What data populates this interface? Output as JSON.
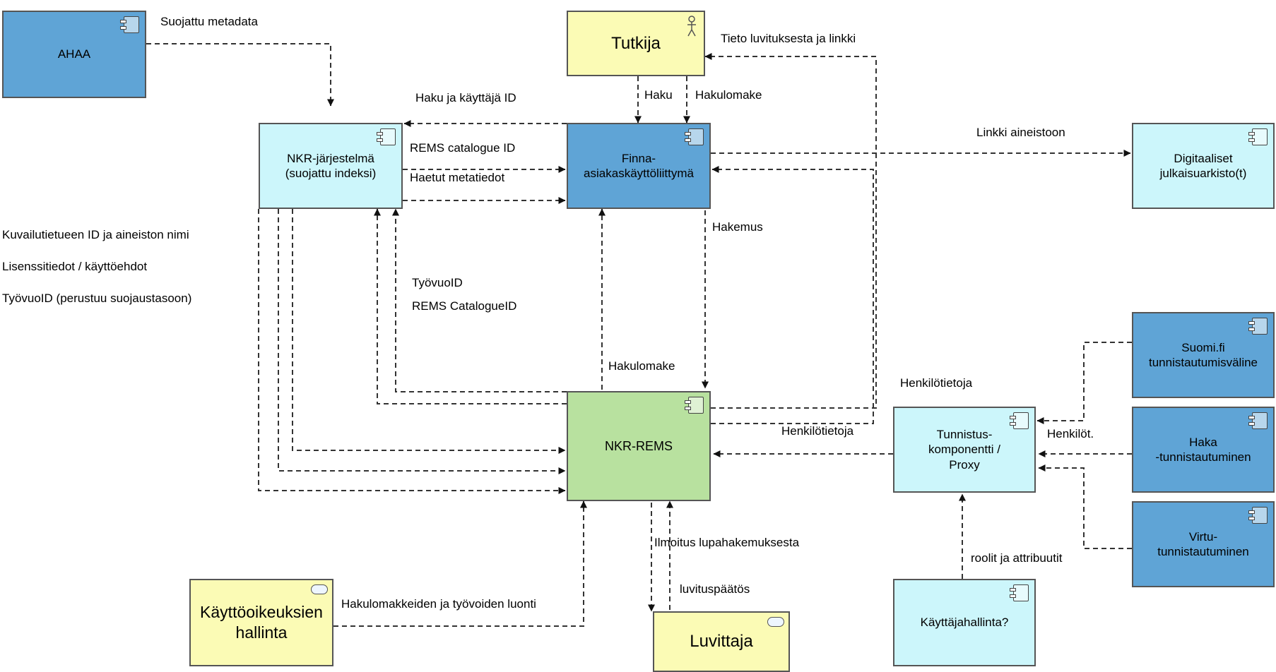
{
  "nodes": {
    "ahaa": "AHAA",
    "nkr_jarjestelma": "NKR-järjestelmä\n(suojattu indeksi)",
    "tutkija": "Tutkija",
    "finna": "Finna-\nasiakaskäyttöliittymä",
    "digitaaliset": "Digitaaliset\njulkaisuarkisto(t)",
    "nkr_rems": "NKR-REMS",
    "suomi_fi": "Suomi.fi\ntunnistautumisväline",
    "haka": "Haka\n-tunnistautuminen",
    "virtu": "Virtu-\ntunnistautuminen",
    "tunnistus": "Tunnistus-\nkomponentti /\nProxy",
    "kayttooikeuksien": "Käyttöoikeuksien\nhallinta",
    "luvittaja": "Luvittaja",
    "kayttajahallinta": "Käyttäjahallinta?"
  },
  "labels": {
    "suojattu_metadata": "Suojattu metadata",
    "tieto_luvituksesta": "Tieto luvituksesta ja linkki",
    "haku": "Haku",
    "hakulomake_top": "Hakulomake",
    "haku_ja_kayttaja": "Haku ja käyttäjä ID",
    "rems_catalogue_id": "REMS catalogue ID",
    "haetut_metatiedot": "Haetut metatiedot",
    "linkki_aineistoon": "Linkki aineistoon",
    "kuvailutietueen": "Kuvailutietueen ID ja aineiston nimi",
    "lisenssitiedot": "Lisenssitiedot / käyttöehdot",
    "tyovuoid_perustuu": "TyövuoID (perustuu suojaustasoon)",
    "hakemus": "Hakemus",
    "tyovuoid": "TyövuoID",
    "rems_catalogueid": "REMS  CatalogueID",
    "hakulomake_mid": "Hakulomake",
    "henkilotietoja_top": "Henkilötietoja",
    "henkilotietoja_mid": "Henkilötietoja",
    "henkilot": "Henkilöt.",
    "ilmoitus": "Ilmoitus lupahakemuksesta",
    "luvituspaatos": "luvituspäätös",
    "hakulomakkeiden": "Hakulomakkeiden ja työvoiden luonti",
    "roolit": "roolit ja attribuutit"
  },
  "colors": {
    "blue": "#5fa4d6",
    "light_cyan": "#ccf6fb",
    "yellow": "#fbfbb5",
    "green": "#b8e19f",
    "line": "#333333"
  },
  "icons": {
    "component": "component-icon",
    "actor": "actor-icon",
    "role": "role-icon"
  }
}
